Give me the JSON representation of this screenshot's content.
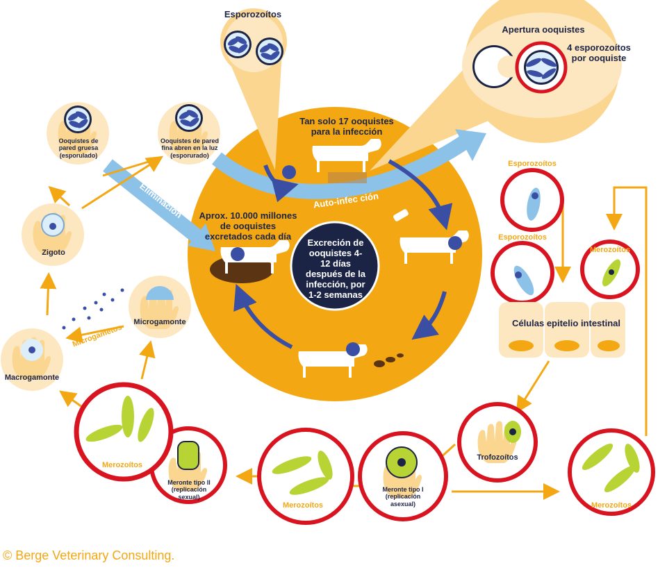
{
  "center": {
    "circle_text": "Excreción de ooquistes 4-12 días después de la infección, por 1-2 semanas",
    "excreted_text": "Aprox. 10.000 millones de ooquistes excretados cada día",
    "infection_text": "Tan solo 17 ooquistes para la infección",
    "autoinfection": "Auto-infec ción",
    "elimination": "Eliminación"
  },
  "top": {
    "sporozoites": "Esporozoítos",
    "opening": "Apertura ooquistes",
    "per_oocyst": "4 esporozoítos por ooquiste"
  },
  "left_cycle": {
    "thick_wall": "Ooquistes de pared gruesa (esporulado)",
    "thin_wall": "Ooquistes de pared fina abren en la luz (esporurado)",
    "zygote": "Zigoto",
    "microgamont": "Microgamonte",
    "macrogamont": "Macrogamonte",
    "microgametes": "Microgametos"
  },
  "right_side": {
    "sporozoites_1": "Esporozoítos",
    "sporozoites_2": "Esporozoítos",
    "merozoites_top": "Merozoítos",
    "epithelium": "Células epitelio intestinal"
  },
  "bottom": {
    "trophozoites": "Trofozoítos",
    "meront_1": "Meronte tipo I (replicación asexual)",
    "meront_2": "Meronte tipo II (replicación sexual)",
    "merozoites_right": "Merozoítos",
    "merozoites_mid": "Merozoítos",
    "merozoites_left": "Merozoítos"
  },
  "credit": "© Berge Veterinary Consulting.",
  "colors": {
    "orange": "#f3a712",
    "light_orange": "#fbd690",
    "cream": "#fde7c0",
    "navy": "#1c2446",
    "red": "#d7141f",
    "blue_arrow": "#8cc2e8",
    "green": "#b7d334",
    "cow_blue": "#3a4fa3"
  }
}
